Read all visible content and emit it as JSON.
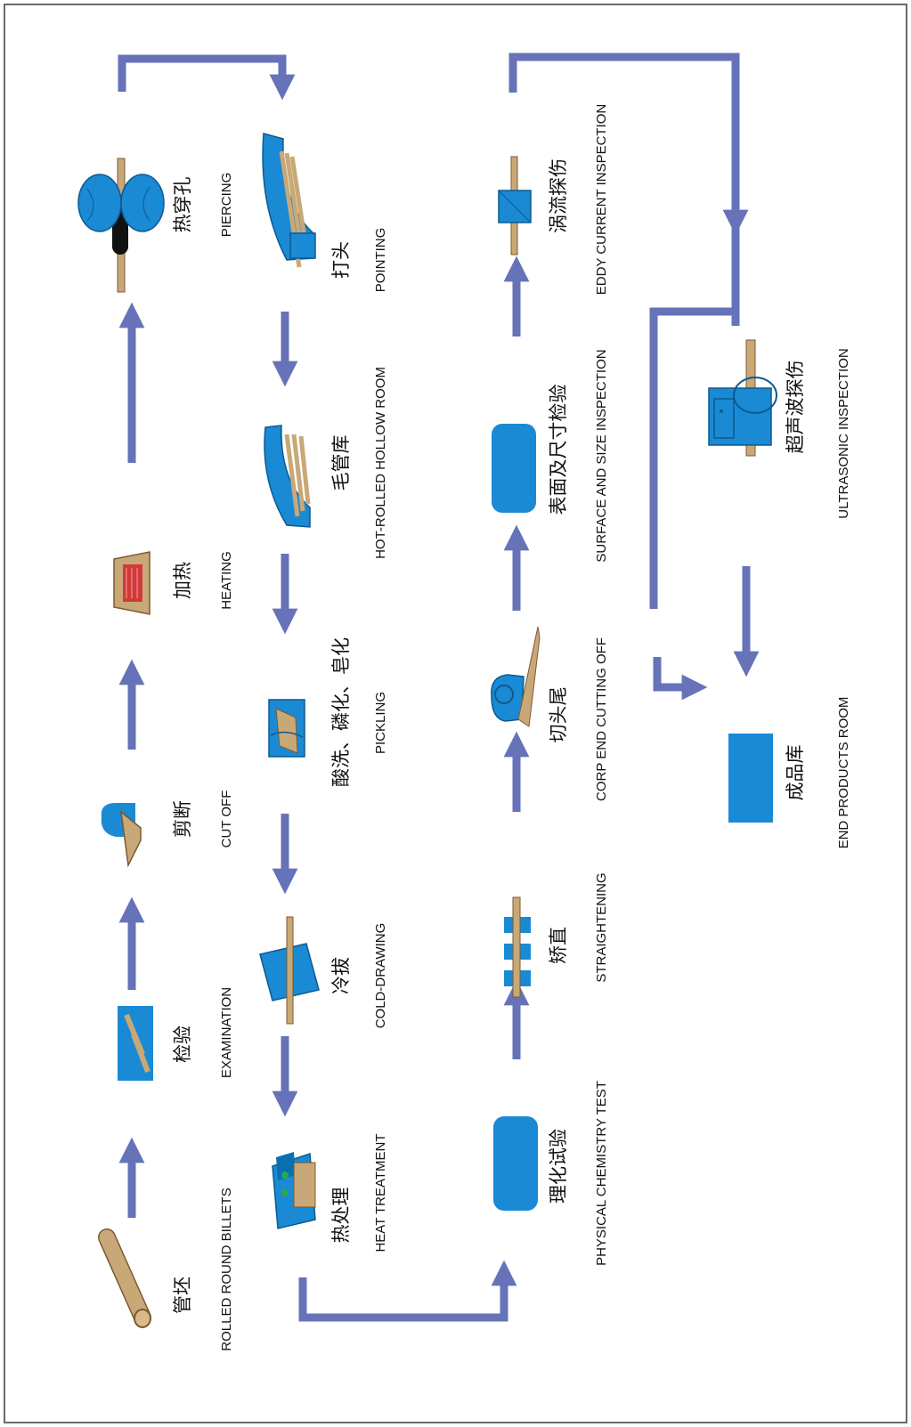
{
  "colors": {
    "arrow": "#6673b8",
    "equipment": "#1a8ad4",
    "tube": "#c9a877",
    "heater": "#d23a3a",
    "border": "#6a6a6a"
  },
  "steps": {
    "billets": {
      "zh": "管坯",
      "en": "ROLLED ROUND BILLETS",
      "icon": "round-billet-icon"
    },
    "examination": {
      "zh": "检验",
      "en": "EXAMINATION",
      "icon": "inspection-plate-icon"
    },
    "cutoff": {
      "zh": "剪断",
      "en": "CUT OFF",
      "icon": "shear-blade-icon"
    },
    "heating": {
      "zh": "加热",
      "en": "HEATING",
      "icon": "furnace-icon"
    },
    "piercing": {
      "zh": "热穿孔",
      "en": "PIERCING",
      "icon": "piercing-mill-icon"
    },
    "pointing": {
      "zh": "打头",
      "en": "POINTING",
      "icon": "pointing-machine-icon"
    },
    "hollow": {
      "zh": "毛管库",
      "en": "HOT-ROLLED HOLLOW ROOM",
      "icon": "hollow-storage-icon"
    },
    "pickling": {
      "zh": "酸洗、磷化、皂化",
      "en": "PICKLING",
      "icon": "pickling-tank-icon"
    },
    "colddraw": {
      "zh": "冷拔",
      "en": "COLD-DRAWING",
      "icon": "cold-draw-die-icon"
    },
    "heattreat": {
      "zh": "热处理",
      "en": "HEAT  TREATMENT",
      "icon": "heat-treatment-furnace-icon"
    },
    "physchem": {
      "zh": "理化试验",
      "en": "PHYSICAL  CHEMISTRY  TEST",
      "icon": "test-block-icon"
    },
    "straighten": {
      "zh": "矫直",
      "en": "STRAIGHTENING",
      "icon": "straightener-rolls-icon"
    },
    "cropend": {
      "zh": "切头尾",
      "en": "CORP  END  CUTTING  OFF",
      "icon": "crop-saw-icon"
    },
    "surface": {
      "zh": "表面及尺寸检验",
      "en": "SURFACE  AND  SIZE  INSPECTION",
      "icon": "inspection-block-icon"
    },
    "eddy": {
      "zh": "涡流探伤",
      "en": "EDDY  CURRENT  INSPECTION",
      "icon": "eddy-current-probe-icon"
    },
    "ultrasonic": {
      "zh": "超声波探伤",
      "en": "ULTRASONIC INSPECTION",
      "icon": "ultrasonic-tester-icon"
    },
    "endroom": {
      "zh": "成品库",
      "en": "END  PRODUCTS  ROOM",
      "icon": "warehouse-block-icon"
    }
  }
}
